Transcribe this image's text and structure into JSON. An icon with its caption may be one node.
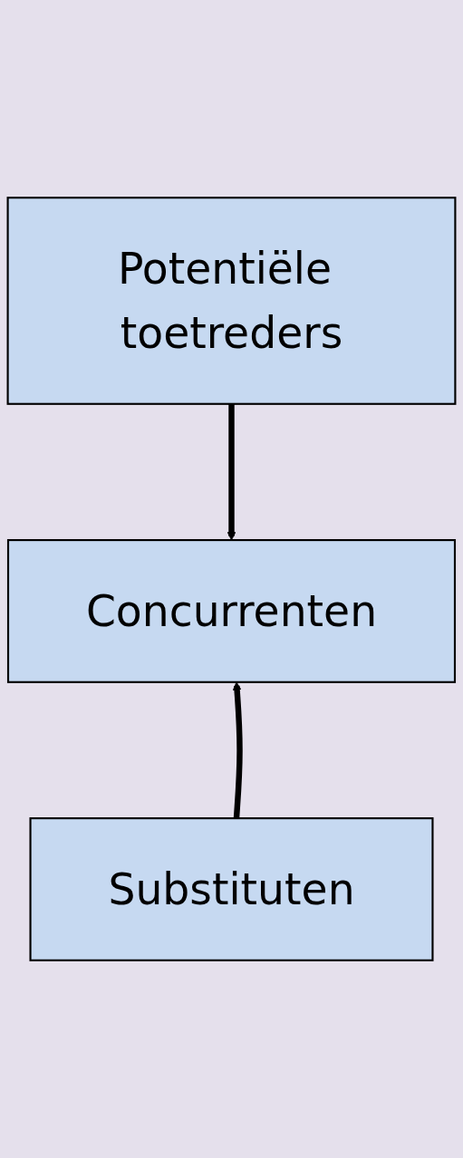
{
  "diagram": {
    "nodes": [
      {
        "text": [
          "Potentiële toetreders"
        ]
      },
      {
        "text": [
          "Concurrenten"
        ]
      },
      {
        "text": [
          "Substituten"
        ]
      }
    ],
    "edges": [
      {
        "from": 0,
        "to": 1,
        "arrow": "to"
      },
      {
        "from": 2,
        "to": 1,
        "arrow": "to"
      }
    ]
  }
}
